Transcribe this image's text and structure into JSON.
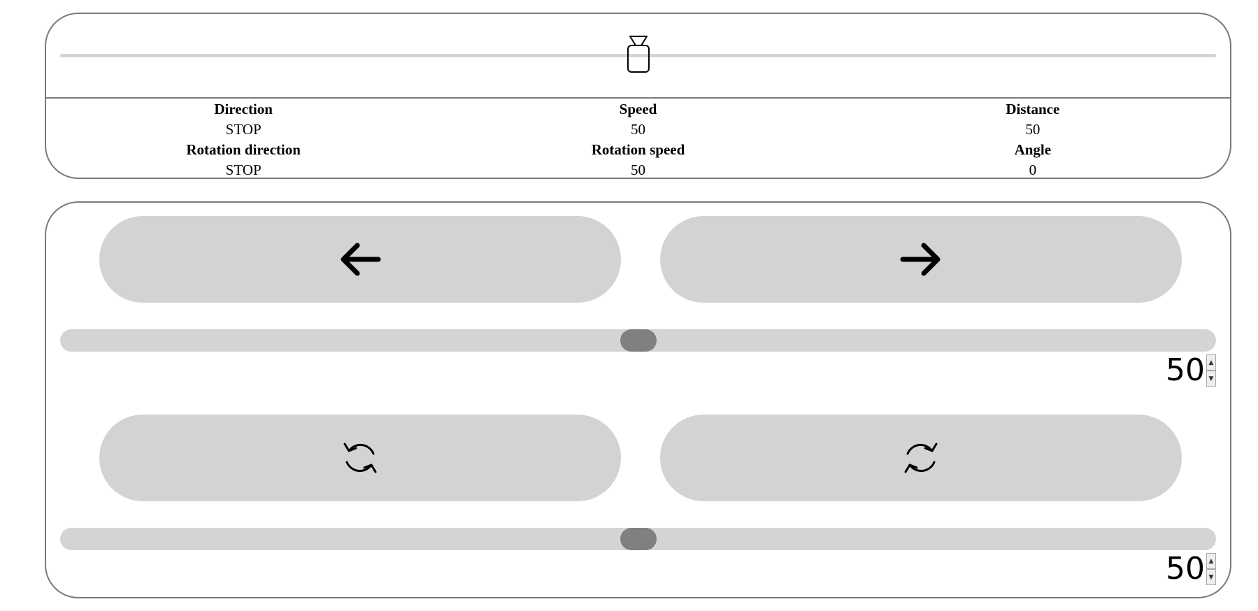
{
  "position": {
    "track_fraction": 0.5,
    "marker_icon": "robot-marker-icon"
  },
  "info": {
    "direction_label": "Direction",
    "direction_value": "STOP",
    "speed_label": "Speed",
    "speed_value": "50",
    "distance_label": "Distance",
    "distance_value": "50",
    "rotation_direction_label": "Rotation direction",
    "rotation_direction_value": "STOP",
    "rotation_speed_label": "Rotation speed",
    "rotation_speed_value": "50",
    "angle_label": "Angle",
    "angle_value": "0"
  },
  "controls": {
    "move_left_icon": "arrow-left-icon",
    "move_right_icon": "arrow-right-icon",
    "rotate_ccw_icon": "rotate-ccw-icon",
    "rotate_cw_icon": "rotate-cw-icon",
    "speed": {
      "value": 50,
      "min": 0,
      "max": 100,
      "display": "50",
      "spin_up": "▲",
      "spin_down": "▼"
    },
    "rotation_speed": {
      "value": 50,
      "min": 0,
      "max": 100,
      "display": "50",
      "spin_up": "▲",
      "spin_down": "▼"
    }
  },
  "colors": {
    "button_bg": "#d3d3d3",
    "track_bg": "#d4d4d4",
    "thumb": "#808080",
    "border": "#7a7a7a"
  }
}
